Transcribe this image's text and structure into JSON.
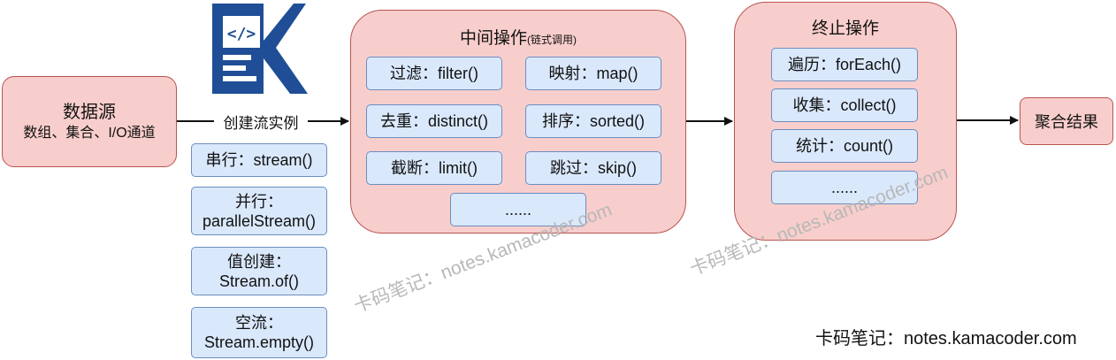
{
  "source": {
    "title": "数据源",
    "subtitle": "数组、集合、I/O通道"
  },
  "create_edge_label": "创建流实例",
  "create_methods": [
    {
      "line1": "串行：stream()",
      "line2": ""
    },
    {
      "line1": "并行：",
      "line2": "parallelStream()"
    },
    {
      "line1": "值创建：",
      "line2": "Stream.of()"
    },
    {
      "line1": "空流：",
      "line2": "Stream.empty()"
    }
  ],
  "intermediate": {
    "title": "中间操作",
    "subtitle": "(链式调用)",
    "ops": [
      "过滤：filter()",
      "映射：map()",
      "去重：distinct()",
      "排序：sorted()",
      "截断：limit()",
      "跳过：skip()"
    ],
    "more": "......"
  },
  "terminal": {
    "title": "终止操作",
    "ops": [
      "遍历：forEach()",
      "收集：collect()",
      "统计：count()"
    ],
    "more": "......"
  },
  "result": "聚合结果",
  "watermark": "卡码笔记：notes.kamacoder.com",
  "footer": "卡码笔记：notes.kamacoder.com",
  "colors": {
    "pink_fill": "#f8cecc",
    "pink_stroke": "#b85450",
    "blue_fill": "#dae8fc",
    "blue_stroke": "#6c8ebf",
    "logo_blue": "#1f4e96"
  },
  "logo_icon": "code-document-icon"
}
